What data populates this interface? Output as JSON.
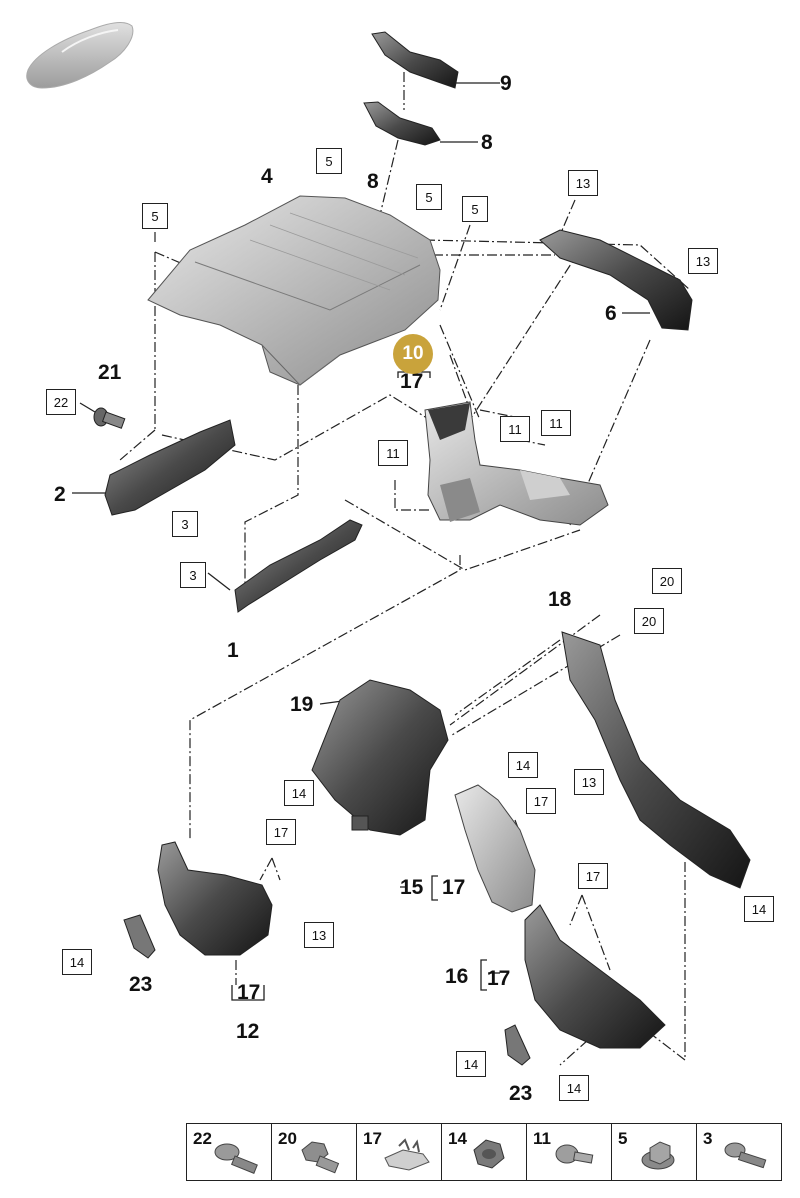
{
  "diagram": {
    "labels": [
      {
        "id": "9",
        "text": "9"
      },
      {
        "id": "8a",
        "text": "8"
      },
      {
        "id": "4",
        "text": "4"
      },
      {
        "id": "8b",
        "text": "8"
      },
      {
        "id": "6",
        "text": "6"
      },
      {
        "id": "21",
        "text": "21"
      },
      {
        "id": "2",
        "text": "2"
      },
      {
        "id": "1",
        "text": "1"
      },
      {
        "id": "17a",
        "text": "17"
      },
      {
        "id": "18",
        "text": "18"
      },
      {
        "id": "19",
        "text": "19"
      },
      {
        "id": "15",
        "text": "15"
      },
      {
        "id": "17b",
        "text": "17"
      },
      {
        "id": "16",
        "text": "16"
      },
      {
        "id": "17c",
        "text": "17"
      },
      {
        "id": "23a",
        "text": "23"
      },
      {
        "id": "17d",
        "text": "17"
      },
      {
        "id": "12",
        "text": "12"
      },
      {
        "id": "23b",
        "text": "23"
      }
    ],
    "boxes": [
      {
        "id": "b5a",
        "text": "5"
      },
      {
        "id": "b5b",
        "text": "5"
      },
      {
        "id": "b5c",
        "text": "5"
      },
      {
        "id": "b5d",
        "text": "5"
      },
      {
        "id": "b13a",
        "text": "13"
      },
      {
        "id": "b13b",
        "text": "13"
      },
      {
        "id": "b22",
        "text": "22"
      },
      {
        "id": "b11a",
        "text": "11"
      },
      {
        "id": "b11b",
        "text": "11"
      },
      {
        "id": "b11c",
        "text": "11"
      },
      {
        "id": "b3a",
        "text": "3"
      },
      {
        "id": "b3b",
        "text": "3"
      },
      {
        "id": "b20a",
        "text": "20"
      },
      {
        "id": "b20b",
        "text": "20"
      },
      {
        "id": "b13c",
        "text": "13"
      },
      {
        "id": "b14a",
        "text": "14"
      },
      {
        "id": "b14b",
        "text": "14"
      },
      {
        "id": "b17a",
        "text": "17"
      },
      {
        "id": "b17b",
        "text": "17"
      },
      {
        "id": "b17c",
        "text": "17"
      },
      {
        "id": "b14c",
        "text": "14"
      },
      {
        "id": "b14d",
        "text": "14"
      },
      {
        "id": "b13d",
        "text": "13"
      },
      {
        "id": "b14e",
        "text": "14"
      },
      {
        "id": "b14f",
        "text": "14"
      }
    ],
    "highlight": "10"
  },
  "legend": [
    {
      "num": "22",
      "icon": "bolt-icon"
    },
    {
      "num": "20",
      "icon": "hex-bolt-icon"
    },
    {
      "num": "17",
      "icon": "clip-icon"
    },
    {
      "num": "14",
      "icon": "nut-icon"
    },
    {
      "num": "11",
      "icon": "screw-icon"
    },
    {
      "num": "5",
      "icon": "collar-nut-icon"
    },
    {
      "num": "3",
      "icon": "bolt-icon"
    }
  ],
  "colors": {
    "accent": "#c9a33b",
    "part_light": "#c8c8c8",
    "part_dark": "#2a2a2a",
    "line": "#111111"
  }
}
